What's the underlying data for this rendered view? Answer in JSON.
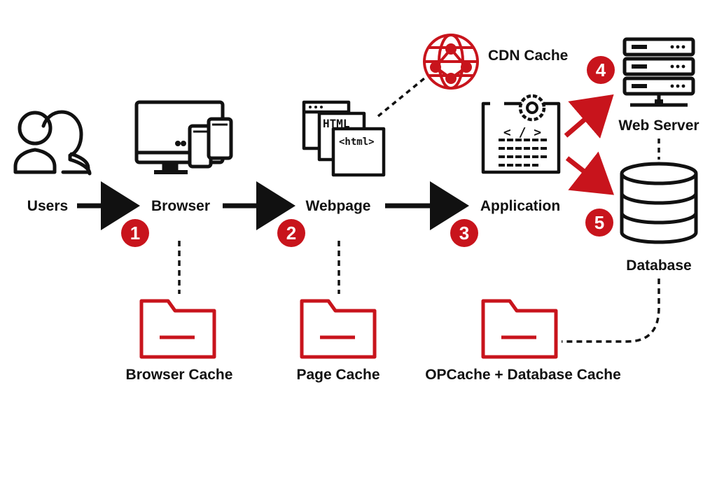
{
  "colors": {
    "accent": "#c8141c",
    "ink": "#111111",
    "background": "#ffffff"
  },
  "nodes": {
    "users": {
      "label": "Users",
      "icon": "users-icon"
    },
    "browser": {
      "label": "Browser",
      "icon": "browser-devices-icon"
    },
    "webpage": {
      "label": "Webpage",
      "icon": "webpage-icon",
      "code_lines": [
        "HTML",
        "<html>"
      ]
    },
    "application": {
      "label": "Application",
      "icon": "application-code-gear-icon",
      "code_text": "< / >"
    },
    "cdn": {
      "label": "CDN Cache",
      "icon": "globe-network-icon"
    },
    "web_server": {
      "label": "Web Server",
      "icon": "server-rack-icon"
    },
    "database": {
      "label": "Database",
      "icon": "database-icon"
    }
  },
  "steps": [
    "1",
    "2",
    "3",
    "4",
    "5"
  ],
  "caches": [
    {
      "label": "Browser Cache",
      "icon": "folder-icon"
    },
    {
      "label": "Page Cache",
      "icon": "folder-icon"
    },
    {
      "label": "OPCache + Database Cache",
      "icon": "folder-icon"
    }
  ]
}
